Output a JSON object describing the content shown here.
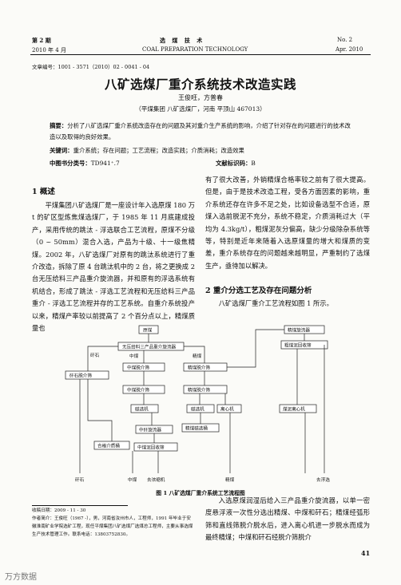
{
  "header": {
    "issue": "第 2 期",
    "date_left": "2010 年 4 月",
    "journal_cn": "选  煤  技  术",
    "journal_en": "COAL  PREPARATION  TECHNOLOGY",
    "no": "No. 2",
    "date_right": "Apr. 2010"
  },
  "article": {
    "article_no": "文章编号：1001 - 3571（2010）02 - 0041 - 04",
    "title": "八矿选煤厂重介系统技术改造实践",
    "authors": "王俊旺，方普春",
    "affiliation": "（平煤集团  八矿选煤厂，河南  平顶山  467013）",
    "abstract_label": "摘要：",
    "abstract": "分析了八矿选煤厂重介系统改造存在的问题及其对重介生产系统的影响，介绍了针对存在的问题进行的技术改造以及取得的良好效果。",
    "keywords_label": "关键词：",
    "keywords": "重介系统；存在问题；工艺流程；改造实践；介质消耗；改造效果",
    "clc_label": "中图书分类号：",
    "clc": "TD941⁺.7",
    "doc_code_label": "文献标识码：",
    "doc_code": "B"
  },
  "section1": {
    "heading": "1   概述",
    "para": "平煤集团八矿选煤厂是一座设计年入选原煤 180 万 t 的矿区型炼焦煤选煤厂，于 1985 年 11 月底建成投产，采用传统的跳汰 - 浮选联合工艺流程，原煤不分级（0 ~ 50mm）混合入选，产品为十级、十一级焦精煤。2002 年，八矿选煤厂对原有的跳汰系统进行了重介改造，拆除了原 4 台跳汰机中的 2 台，将之更换成 2 台无压给料三产品重介旋流器，并和原有的浮选系统有机结合，形成了跳汰 - 浮选工艺流程和无压给料三产品重介 - 浮选工艺流程并存的工艺系统。自重介系统投产以来，精煤产率较以前提高了 2 个百分点以上，精煤质量也"
  },
  "right_col": {
    "para1": "有了很大改善，外销精煤合格率较之前有了很大提高。但是，由于是技术改造工程，受各方面因素的影响，重介系统还存在许多不足之处，比如设备选型不合适，原煤入选前脱泥不充分，系统不稳定，介质消耗过大（平均为 4.3kg/t），粗煤泥灰分偏高，缺少分级除杂系统等等，特别是近年来随着入选原煤量的增大和煤质的变差，重介系统存在的问题越来越明显，严重制约了选煤生产，亟待加以解决。",
    "heading2": "2   重介分选工艺及存在问题分析",
    "para2": "八矿选煤厂重介工艺流程如图 1 所示。"
  },
  "figure": {
    "caption": "图 1   八矿选煤厂重介系统工艺流程图",
    "nodes": {
      "raw": "原煤",
      "cyclone": "无压给料三产品重介旋流器",
      "reject_label": "矸石",
      "middling_label": "中煤",
      "clean_label": "精煤",
      "mid_sieve": "中煤脱介筛",
      "clean_sieve": "精煤脱介筛",
      "rock_sieve": "矸石脱介筛",
      "mid_sieve2": "中煤脱介筛",
      "clean_sieve2": "精煤脱介筛",
      "mag_sep1": "磁选机",
      "mag_sep2": "磁选机",
      "centrifuge1": "离心机",
      "clean_cyclone": "精煤旋流器",
      "coarse_recovery": "粗煤泥回收筛",
      "centrifuge2": "煤泥离心机",
      "mid_cyclone": "中矸旋流器",
      "mid_recovery": "中煤泥回收筛",
      "qualified": "合格介质桶",
      "dilute": "精煤磁选桶",
      "out_rock": "矸石",
      "out_mid": "中煤",
      "out_slime": "去浓缩机",
      "out_clean": "精煤",
      "out_float": "去浮选"
    }
  },
  "footnote": {
    "received": "收稿日期：2009 - 11 - 30",
    "bio": "作者简介：王俊旺（1967 -），男，河南省汝州市人，工程师，1991 年毕业于安徽淮南矿业学院选矿工程，现任平煤集团八矿选煤厂选煤总工程师，主要从事选煤生产技术管理工作。联系电话：13803752830。"
  },
  "right_bottom": {
    "para": "入选原煤润湿后给入三产品重介旋流器，以单一密度悬浮液一次性分选出精煤、中煤和矸石；精煤经弧形筛和直线筛脱介脱水后，进入离心机进一步脱水而成为最终精煤；中煤和矸石经脱介筛脱介"
  },
  "page_number": "41",
  "watermark": "万方数据"
}
